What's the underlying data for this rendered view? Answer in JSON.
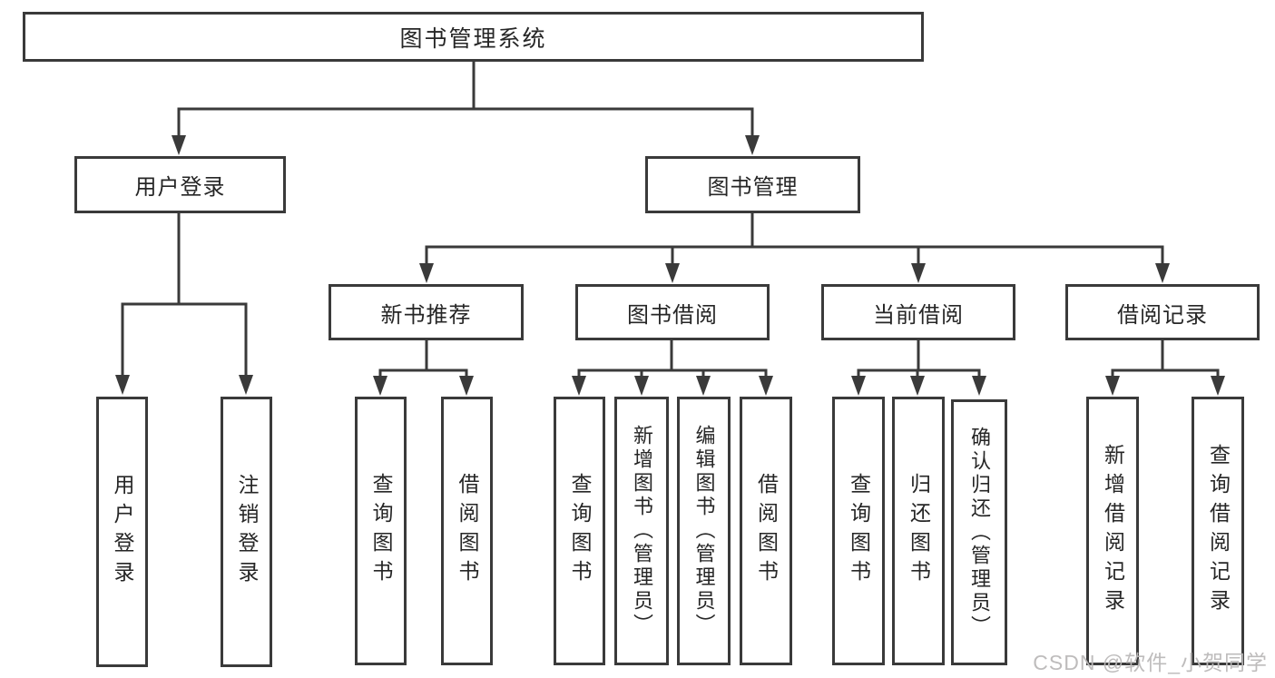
{
  "colors": {
    "line": "#3a3a3a",
    "box_border": "#3a3a3a",
    "text": "#262626",
    "watermark": "#bab8b8",
    "background": "#ffffff"
  },
  "watermark": {
    "text": "CSDN @软件_小贺同学"
  },
  "tree": {
    "root": {
      "label": "图书管理系统"
    },
    "children": [
      {
        "label": "用户登录",
        "children": [
          {
            "label": "用户登录"
          },
          {
            "label": "注销登录"
          }
        ]
      },
      {
        "label": "图书管理",
        "children": [
          {
            "label": "新书推荐",
            "children": [
              {
                "label": "查询图书"
              },
              {
                "label": "借阅图书"
              }
            ]
          },
          {
            "label": "图书借阅",
            "children": [
              {
                "label": "查询图书"
              },
              {
                "label": "新增图书（管理员）"
              },
              {
                "label": "编辑图书（管理员）"
              },
              {
                "label": "借阅图书"
              }
            ]
          },
          {
            "label": "当前借阅",
            "children": [
              {
                "label": "查询图书"
              },
              {
                "label": "归还图书"
              },
              {
                "label": "确认归还（管理员）"
              }
            ]
          },
          {
            "label": "借阅记录",
            "children": [
              {
                "label": "新增借阅记录"
              },
              {
                "label": "查询借阅记录"
              }
            ]
          }
        ]
      }
    ]
  }
}
